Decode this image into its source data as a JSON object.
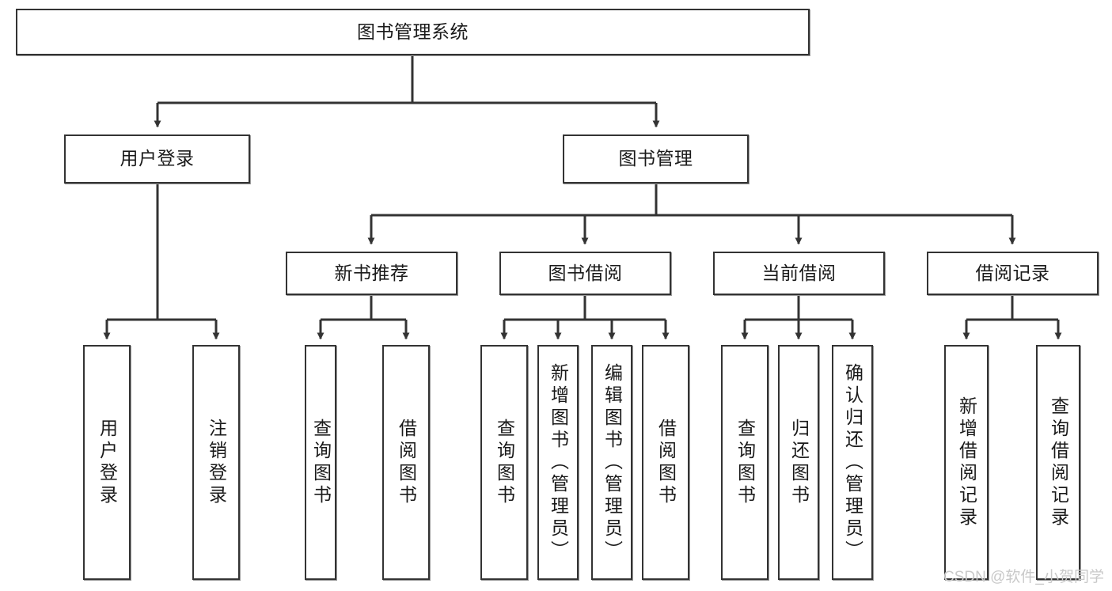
{
  "diagram": {
    "title": "图书管理系统",
    "type": "tree-hierarchy",
    "background_color": "#ffffff",
    "box_border_color": "#333333",
    "box_fill_color": "#ffffff",
    "text_color": "#1a1a1a",
    "watermark": "CSDN @软件_小贺同学",
    "watermark_color": "#c9c9c9"
  },
  "nodes": {
    "root": {
      "label": "图书管理系统"
    },
    "level2": [
      {
        "label": "用户登录"
      },
      {
        "label": "图书管理"
      }
    ],
    "level3": [
      {
        "label": "新书推荐"
      },
      {
        "label": "图书借阅"
      },
      {
        "label": "当前借阅"
      },
      {
        "label": "借阅记录"
      }
    ],
    "leaves": {
      "user_login": [
        {
          "label": "用户登录"
        },
        {
          "label": "注销登录"
        }
      ],
      "new_book_recommend": [
        {
          "label": "查询图书"
        },
        {
          "label": "借阅图书"
        }
      ],
      "book_borrow": [
        {
          "label": "查询图书"
        },
        {
          "label": "新增图书（管理员）"
        },
        {
          "label": "编辑图书（管理员）"
        },
        {
          "label": "借阅图书"
        }
      ],
      "current_borrow": [
        {
          "label": "查询图书"
        },
        {
          "label": "归还图书"
        },
        {
          "label": "确认归还（管理员）"
        }
      ],
      "borrow_record": [
        {
          "label": "新增借阅记录"
        },
        {
          "label": "查询借阅记录"
        }
      ]
    }
  }
}
